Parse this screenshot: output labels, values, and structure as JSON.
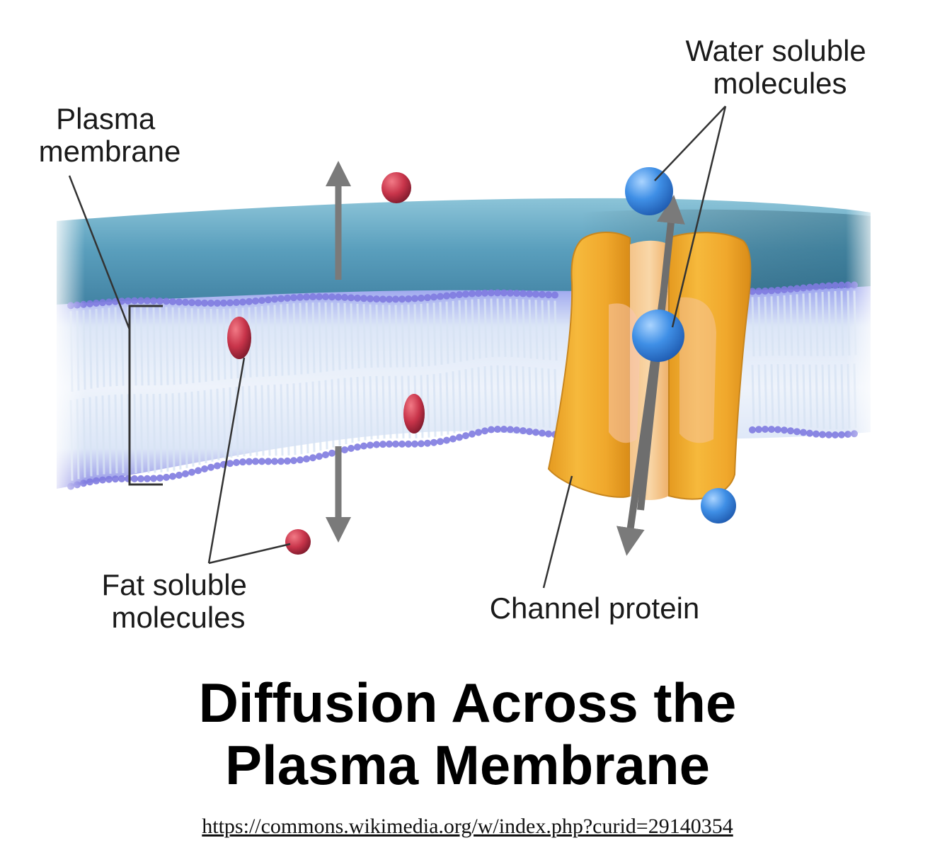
{
  "labels": {
    "plasma_membrane": [
      "Plasma",
      "membrane"
    ],
    "water_soluble": [
      "Water soluble",
      "molecules"
    ],
    "fat_soluble": [
      "Fat soluble",
      "molecules"
    ],
    "channel_protein": "Channel protein"
  },
  "title": {
    "line1": "Diffusion Across the",
    "line2": "Plasma Membrane"
  },
  "source": {
    "url_text": "https://commons.wikimedia.org/w/index.php?curid=29140354"
  },
  "colors": {
    "membrane_top": "#5a9fbd",
    "lipid_head": "#7f7be0",
    "lipid_tail": "#d8e4f4",
    "channel_protein": "#f0aa2e",
    "fat_molecule": "#c8344a",
    "water_molecule": "#3f8fe6",
    "arrow": "#7a7a7a",
    "leader_line": "#333333"
  }
}
